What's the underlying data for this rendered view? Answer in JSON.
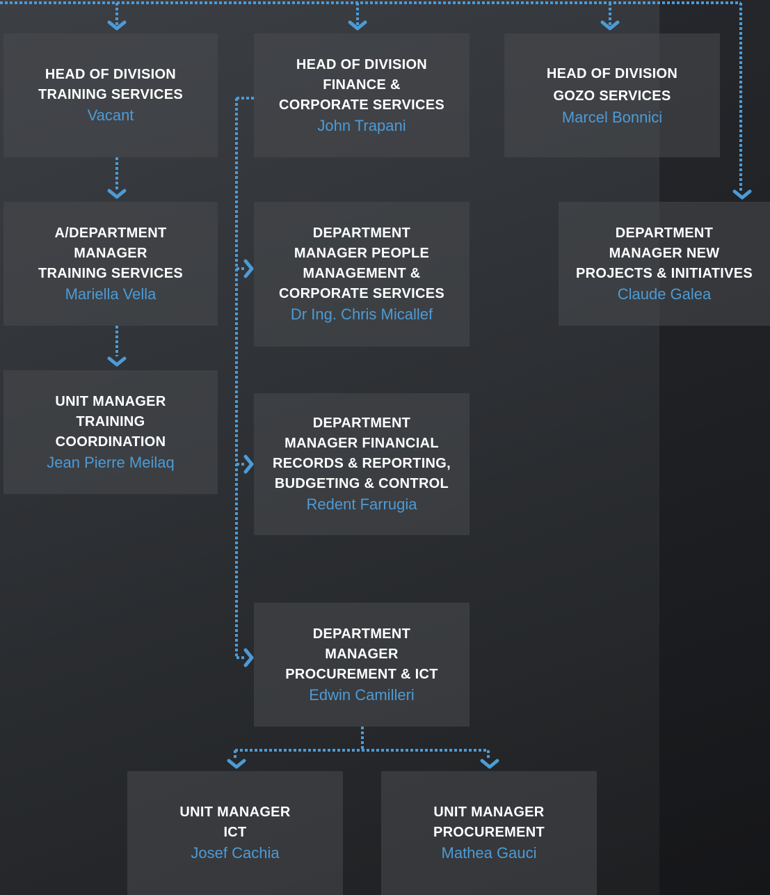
{
  "colors": {
    "connector": "#4d9bd6",
    "role_text": "#ffffff",
    "name_text": "#4d9bd6"
  },
  "nodes": [
    {
      "id": "head-training",
      "role": "HEAD OF DIVISION\nTRAINING SERVICES",
      "name": "Vacant"
    },
    {
      "id": "head-finance",
      "role": "HEAD OF DIVISION\nFINANCE &\nCORPORATE SERVICES",
      "name": "John Trapani"
    },
    {
      "id": "head-gozo",
      "role": "HEAD OF DIVISION\nGOZO SERVICES",
      "name": "Marcel Bonnici"
    },
    {
      "id": "dm-training",
      "role": "A/DEPARTMENT\nMANAGER\nTRAINING SERVICES",
      "name": "Mariella Vella"
    },
    {
      "id": "dm-people",
      "role": "DEPARTMENT\nMANAGER PEOPLE\nMANAGEMENT &\nCORPORATE SERVICES",
      "name": "Dr Ing. Chris Micallef"
    },
    {
      "id": "dm-new-projects",
      "role": "DEPARTMENT\nMANAGER NEW\nPROJECTS & INITIATIVES",
      "name": "Claude Galea"
    },
    {
      "id": "um-training-coord",
      "role": "UNIT MANAGER\nTRAINING\nCOORDINATION",
      "name": "Jean Pierre Meilaq"
    },
    {
      "id": "dm-financial",
      "role": "DEPARTMENT\nMANAGER FINANCIAL\nRECORDS & REPORTING,\nBUDGETING & CONTROL",
      "name": "Redent Farrugia"
    },
    {
      "id": "dm-procurement-ict",
      "role": "DEPARTMENT\nMANAGER\nPROCUREMENT & ICT",
      "name": "Edwin Camilleri"
    },
    {
      "id": "um-ict",
      "role": "UNIT MANAGER\nICT",
      "name": "Josef Cachia"
    },
    {
      "id": "um-procurement",
      "role": "UNIT MANAGER\nPROCUREMENT",
      "name": "Mathea Gauci"
    }
  ]
}
